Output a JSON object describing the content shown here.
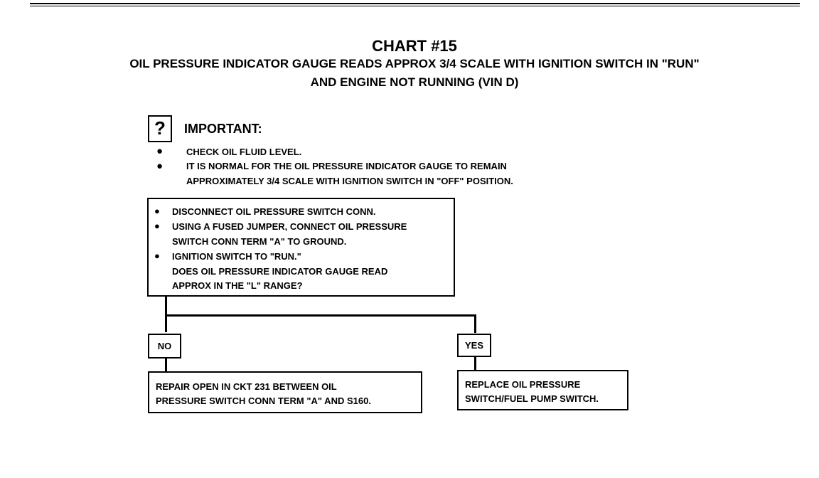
{
  "header": {
    "title": "CHART #15",
    "subtitle_line1": "OIL PRESSURE INDICATOR GAUGE READS APPROX 3/4 SCALE WITH IGNITION SWITCH IN \"RUN\"",
    "subtitle_line2": "AND ENGINE NOT RUNNING (VIN D)"
  },
  "important": {
    "icon_symbol": "?",
    "label": "IMPORTANT:",
    "bullet_symbol": "●",
    "items": [
      "CHECK OIL FLUID LEVEL.",
      "IT IS NORMAL FOR THE OIL PRESSURE INDICATOR GAUGE TO REMAIN",
      "APPROXIMATELY 3/4 SCALE WITH IGNITION SWITCH IN \"OFF\" POSITION."
    ]
  },
  "test_box": {
    "bullet_symbol": "●",
    "lines": [
      "DISCONNECT OIL PRESSURE SWITCH CONN.",
      "USING A FUSED JUMPER, CONNECT OIL PRESSURE",
      "SWITCH CONN TERM \"A\" TO GROUND.",
      "IGNITION SWITCH TO \"RUN.\"",
      "DOES OIL PRESSURE INDICATOR GAUGE READ",
      "APPROX IN THE \"L\" RANGE?"
    ]
  },
  "branches": {
    "no_label": "NO",
    "yes_label": "YES",
    "no_result_line1": "REPAIR OPEN IN CKT 231 BETWEEN OIL",
    "no_result_line2": "PRESSURE SWITCH CONN TERM \"A\" AND S160.",
    "yes_result_line1": "REPLACE OIL PRESSURE",
    "yes_result_line2": "SWITCH/FUEL PUMP SWITCH."
  }
}
